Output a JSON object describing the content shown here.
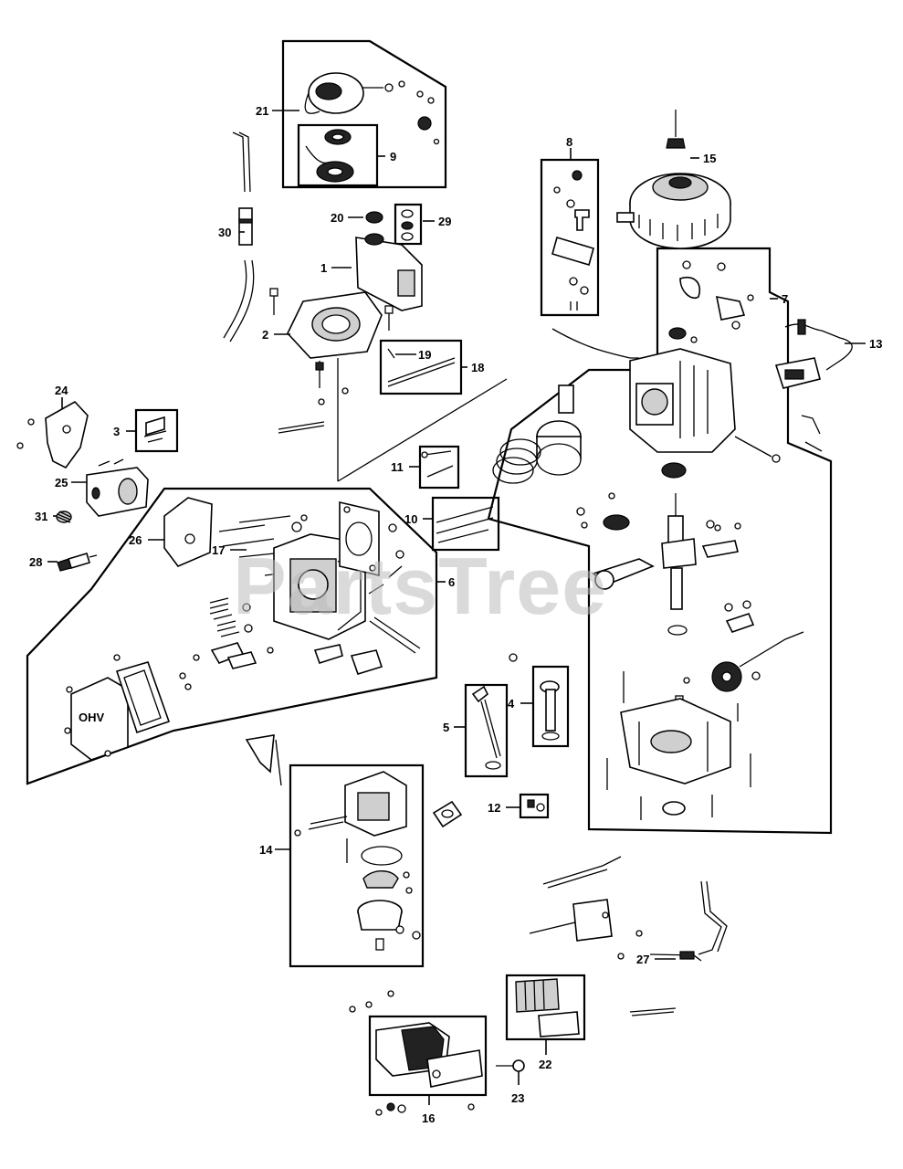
{
  "diagram": {
    "watermark": "PartsTree",
    "valve_cover_mark": "OHV",
    "callouts": {
      "c1": "1",
      "c2": "2",
      "c3": "3",
      "c4": "4",
      "c5": "5",
      "c6": "6",
      "c7": "7",
      "c8": "8",
      "c9": "9",
      "c10": "10",
      "c11": "11",
      "c12": "12",
      "c13": "13",
      "c14": "14",
      "c15": "15",
      "c16": "16",
      "c17": "17",
      "c18": "18",
      "c19": "19",
      "c20": "20",
      "c21": "21",
      "c22": "22",
      "c23": "23",
      "c24": "24",
      "c25": "25",
      "c26": "26",
      "c27": "27",
      "c28": "28",
      "c29": "29",
      "c30": "30",
      "c31": "31"
    }
  }
}
